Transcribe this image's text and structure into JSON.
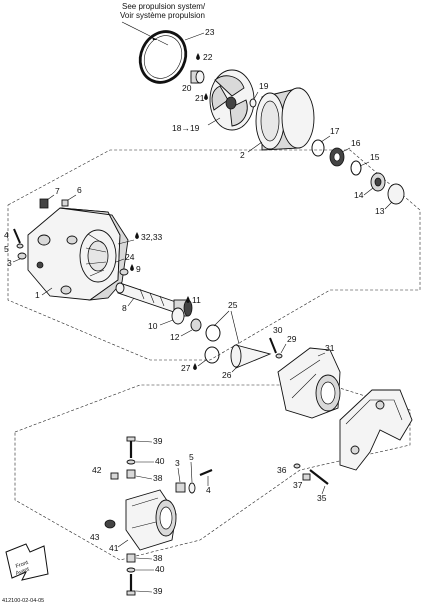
{
  "header": {
    "line1": "See propulsion system/",
    "line2": "Voir système propulsion"
  },
  "footer": {
    "code": "412100-02-04-05"
  },
  "front_arrow": {
    "line1": "Front",
    "line2": "Avant"
  },
  "labels": {
    "p1": "1",
    "p2": "2",
    "p3a": "3",
    "p3b": "3",
    "p4a": "4",
    "p4b": "4",
    "p5a": "5",
    "p5b": "5",
    "p6": "6",
    "p7": "7",
    "p8": "8",
    "p9": "9",
    "p10": "10",
    "p11": "11",
    "p12": "12",
    "p13": "13",
    "p14": "14",
    "p15": "15",
    "p16": "16",
    "p17": "17",
    "p18": "18→19",
    "p19": "19",
    "p20": "20",
    "p21": "21",
    "p22": "22",
    "p23": "23",
    "p24": "24",
    "p25": "25",
    "p26": "26",
    "p27": "27",
    "p29": "29",
    "p30": "30",
    "p31": "31",
    "p32": "32,33",
    "p35": "35",
    "p36": "36",
    "p37": "37",
    "p38a": "38",
    "p38b": "38",
    "p39a": "39",
    "p39b": "39",
    "p40a": "40",
    "p40b": "40",
    "p41": "41",
    "p42": "42",
    "p43": "43"
  },
  "icons": {
    "lubricant_drop": "drop-icon",
    "front_direction": "arrow-icon"
  }
}
